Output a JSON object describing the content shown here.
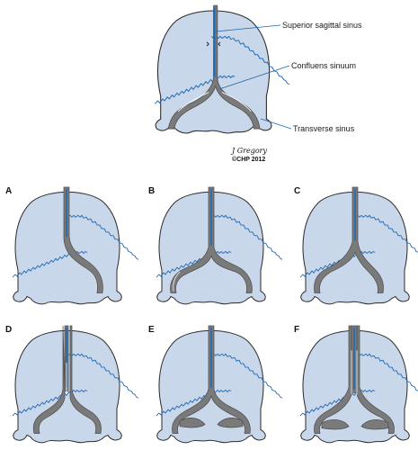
{
  "labels": {
    "superior": "Superior sagittal sinus",
    "confluens": "Confluens sinuum",
    "transverse": "Transverse sinus"
  },
  "signature": {
    "name": "J Gregory",
    "copyright": "©CHP 2012"
  },
  "panels": [
    {
      "letter": "A"
    },
    {
      "letter": "B"
    },
    {
      "letter": "C"
    },
    {
      "letter": "D"
    },
    {
      "letter": "E"
    },
    {
      "letter": "F"
    }
  ],
  "colors": {
    "skull_fill": "#c9d7ea",
    "skull_stroke": "#2b2b2b",
    "suture": "#1d68b4",
    "sinus_fill": "#7a7a7a",
    "sinus_dark": "#5a5a5a",
    "sinus_highlight": "#ffffff",
    "leader": "#1d68b4"
  },
  "icons": {
    "skull": "occipital-skull-icon"
  }
}
